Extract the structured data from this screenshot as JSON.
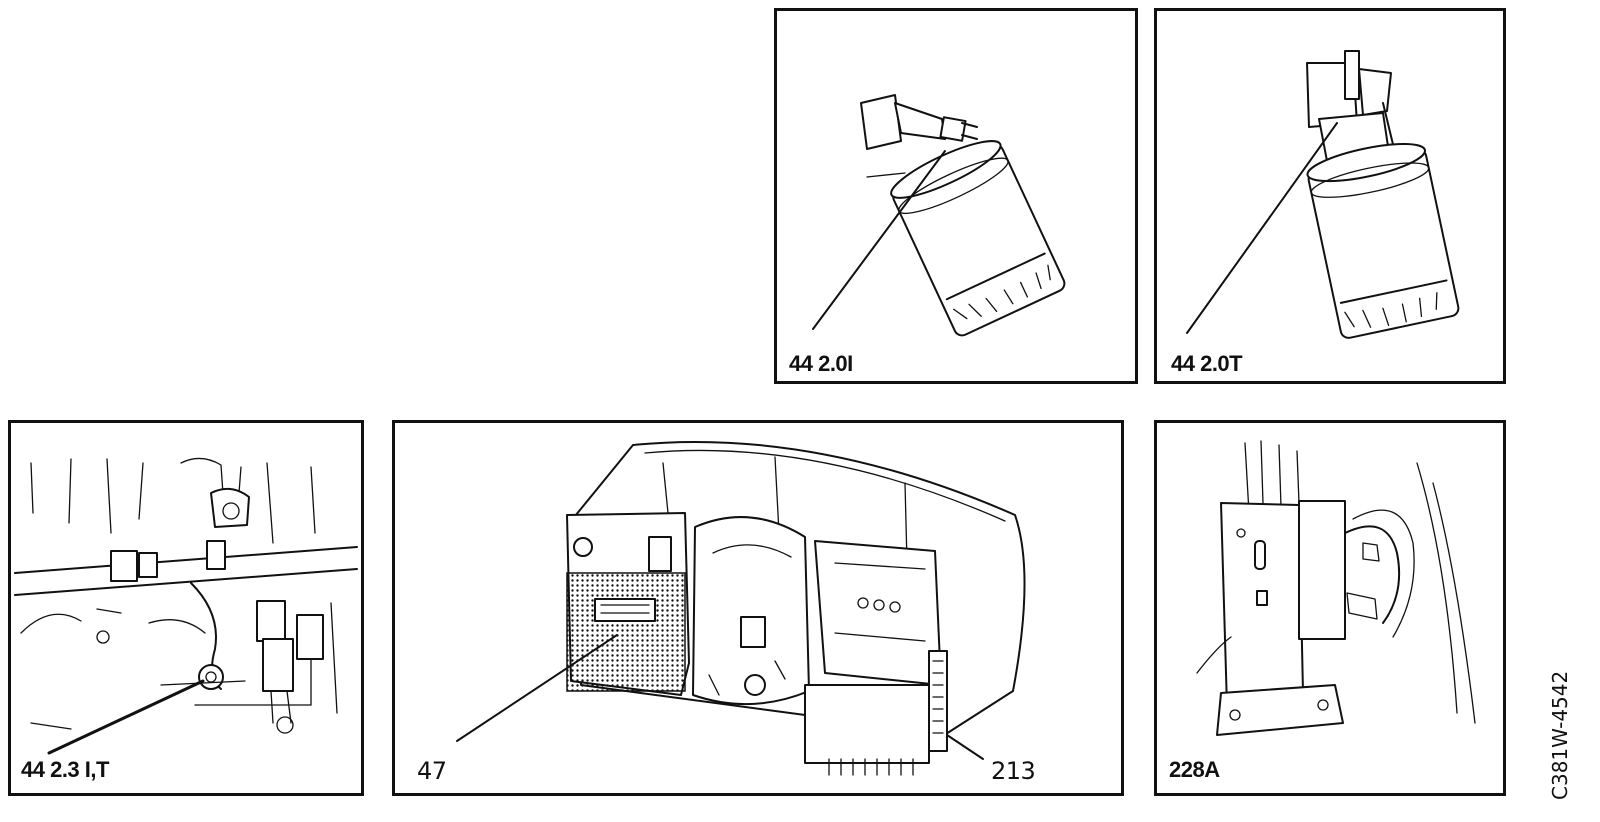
{
  "panels": [
    {
      "id": "oil-filter-20i",
      "label": "44 2.0I"
    },
    {
      "id": "oil-filter-20t",
      "label": "44 2.0T"
    },
    {
      "id": "engine-23it",
      "label": "44 2.3 I,T"
    },
    {
      "id": "instrument-cluster",
      "label": "47",
      "callout": "213"
    },
    {
      "id": "pillar-connector",
      "label": "228A"
    }
  ],
  "figure_code": "C381W-4542"
}
